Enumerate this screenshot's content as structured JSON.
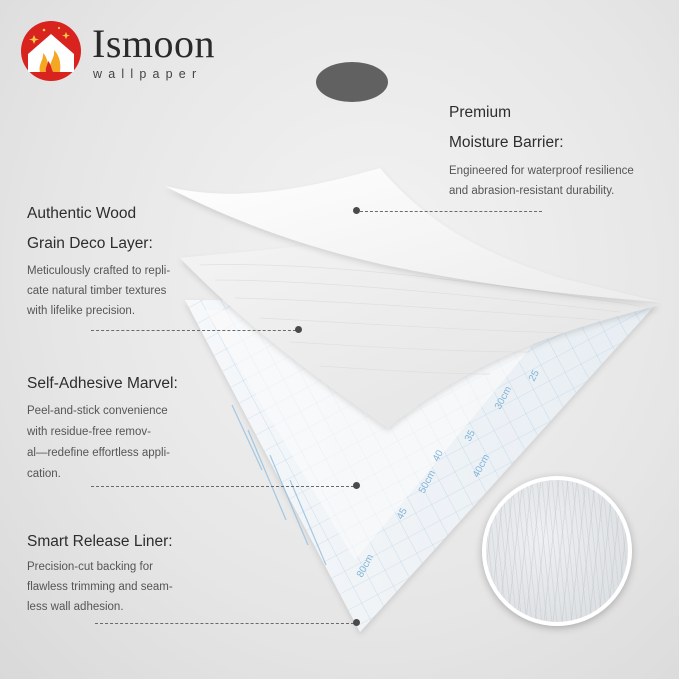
{
  "brand": {
    "name": "Ismoon",
    "tagline": "wallpaper"
  },
  "colors": {
    "logo_red": "#d8231f",
    "logo_flame": "#f5a623",
    "logo_star": "#f7c948",
    "liner_blue": "#7fb4d9"
  },
  "layers": [
    {
      "title_line1": "Premium",
      "title_line2": "Moisture Barrier:",
      "desc": [
        "Engineered for waterproof resilience",
        "and abrasion-resistant durability."
      ]
    },
    {
      "title_line1": "Authentic Wood",
      "title_line2": "Grain Deco Layer:",
      "desc": [
        "Meticulously crafted to repli-",
        "cate natural timber textures",
        "with lifelike precision."
      ]
    },
    {
      "title_line1": "Self-Adhesive Marvel:",
      "desc": [
        "Peel-and-stick convenience",
        "with residue-free remov-",
        "al—redefine effortless appli-",
        "cation."
      ]
    },
    {
      "title_line1": "Smart Release Liner:",
      "desc": [
        "Precision-cut backing for",
        "flawless trimming and seam-",
        "less wall adhesion."
      ]
    }
  ],
  "liner_marks": [
    "50cm",
    "40cm",
    "45",
    "35",
    "30cm",
    "25",
    "80cm",
    "40"
  ]
}
